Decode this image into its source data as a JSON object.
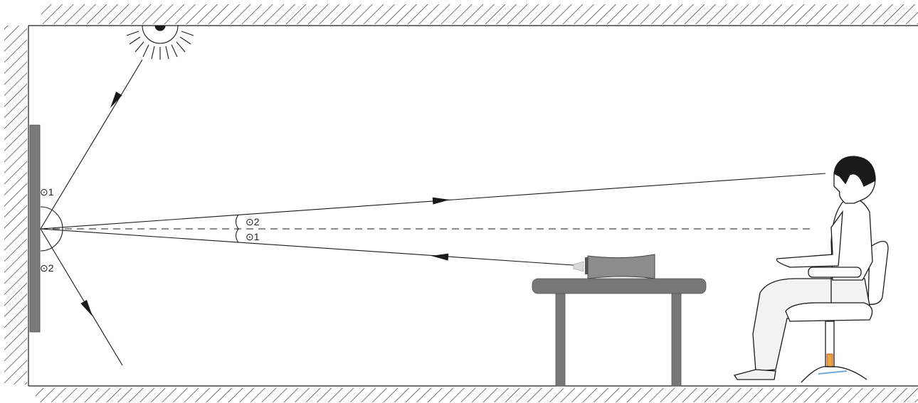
{
  "labels": {
    "angle_1_screen_top": "⊙1",
    "angle_2_screen_bottom": "⊙2",
    "angle_2_center_upper": "⊙2",
    "angle_1_center_lower": "⊙1"
  },
  "colors": {
    "line": "#1a1a1a",
    "screen": "#7a7a7a",
    "projector": "#8c8c8c",
    "table": "#777777",
    "chair": "#ffffff",
    "hatch": "#1a1a1a"
  },
  "icons": {
    "ceiling_light": "ceiling-lamp-icon",
    "projector": "projector-icon",
    "viewer": "seated-person-icon"
  }
}
